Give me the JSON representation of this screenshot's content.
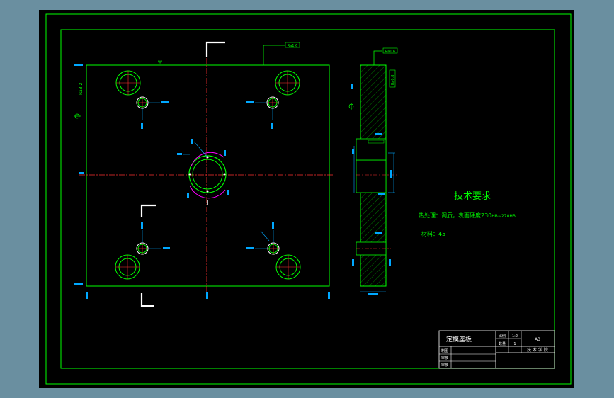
{
  "colors": {
    "background": "#6a8fa0",
    "sheet": "#000000",
    "frame": "#00ff00",
    "centerline": "#ff0000",
    "dimension": "#00a8ff",
    "hatch": "#00ff00",
    "accent": "#ff00ff",
    "text_green": "#00ff00",
    "text_white": "#ffffff",
    "leader": "#00ff00"
  },
  "plate_view": {
    "roughness_tag": "Ra1.6",
    "left_tag": "Ra3.2",
    "top_note": "W"
  },
  "side_view": {
    "roughness_tag": "Ra1.6",
    "side_tag": "Ra0.8"
  },
  "technical_requirements": {
    "title": "技术要求",
    "heat_treatment_prefix": "热处理：调质，表面硬度230",
    "heat_treatment_suffix": "HB~270HB.",
    "material": "材料：45"
  },
  "title_block": {
    "part_name": "定模座板",
    "scale_label": "比例",
    "scale_value": "1:2",
    "quantity_label": "数量",
    "quantity_value": "1",
    "sheet_size": "A3",
    "row_drawn": "制图",
    "row_check": "审核",
    "row_approve": "审核",
    "school": "技 术 学 院"
  }
}
